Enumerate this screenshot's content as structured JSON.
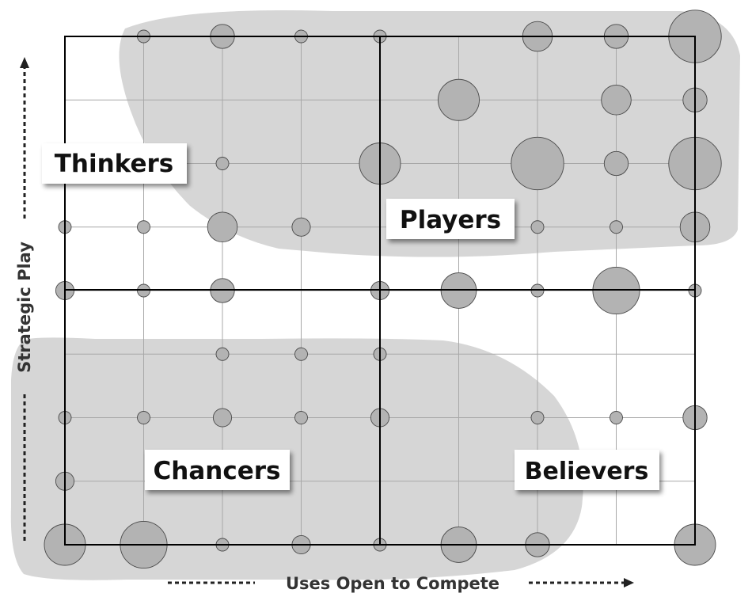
{
  "chart_data": {
    "type": "scatter",
    "title": "",
    "xlabel": "Uses Open to Compete",
    "ylabel": "Strategic Play",
    "xlim": [
      0,
      8
    ],
    "ylim": [
      0,
      8
    ],
    "grid": true,
    "quadrants": [
      {
        "name": "Thinkers",
        "position": "top-left"
      },
      {
        "name": "Players",
        "position": "top-right"
      },
      {
        "name": "Chancers",
        "position": "bottom-left"
      },
      {
        "name": "Believers",
        "position": "bottom-right"
      }
    ],
    "points": [
      {
        "x": 1,
        "y": 8,
        "size": 1
      },
      {
        "x": 2,
        "y": 8,
        "size": 3
      },
      {
        "x": 3,
        "y": 8,
        "size": 1
      },
      {
        "x": 4,
        "y": 8,
        "size": 1
      },
      {
        "x": 6,
        "y": 8,
        "size": 4
      },
      {
        "x": 7,
        "y": 8,
        "size": 3
      },
      {
        "x": 8,
        "y": 8,
        "size": 8
      },
      {
        "x": 5,
        "y": 7,
        "size": 6
      },
      {
        "x": 7,
        "y": 7,
        "size": 4
      },
      {
        "x": 8,
        "y": 7,
        "size": 3
      },
      {
        "x": 2,
        "y": 6,
        "size": 1
      },
      {
        "x": 4,
        "y": 6,
        "size": 6
      },
      {
        "x": 6,
        "y": 6,
        "size": 8
      },
      {
        "x": 7,
        "y": 6,
        "size": 3
      },
      {
        "x": 8,
        "y": 6,
        "size": 8
      },
      {
        "x": 0,
        "y": 5,
        "size": 1
      },
      {
        "x": 1,
        "y": 5,
        "size": 1
      },
      {
        "x": 2,
        "y": 5,
        "size": 4
      },
      {
        "x": 3,
        "y": 5,
        "size": 2
      },
      {
        "x": 6,
        "y": 5,
        "size": 1
      },
      {
        "x": 7,
        "y": 5,
        "size": 1
      },
      {
        "x": 8,
        "y": 5,
        "size": 4
      },
      {
        "x": 0,
        "y": 4,
        "size": 2
      },
      {
        "x": 1,
        "y": 4,
        "size": 1
      },
      {
        "x": 2,
        "y": 4,
        "size": 3
      },
      {
        "x": 4,
        "y": 4,
        "size": 2
      },
      {
        "x": 5,
        "y": 4,
        "size": 5
      },
      {
        "x": 6,
        "y": 4,
        "size": 1
      },
      {
        "x": 7,
        "y": 4,
        "size": 7
      },
      {
        "x": 8,
        "y": 4,
        "size": 1
      },
      {
        "x": 2,
        "y": 3,
        "size": 1
      },
      {
        "x": 3,
        "y": 3,
        "size": 1
      },
      {
        "x": 4,
        "y": 3,
        "size": 1
      },
      {
        "x": 0,
        "y": 2,
        "size": 1
      },
      {
        "x": 1,
        "y": 2,
        "size": 1
      },
      {
        "x": 2,
        "y": 2,
        "size": 2
      },
      {
        "x": 3,
        "y": 2,
        "size": 1
      },
      {
        "x": 4,
        "y": 2,
        "size": 2
      },
      {
        "x": 6,
        "y": 2,
        "size": 1
      },
      {
        "x": 7,
        "y": 2,
        "size": 1
      },
      {
        "x": 8,
        "y": 2,
        "size": 3
      },
      {
        "x": 0,
        "y": 1,
        "size": 2
      },
      {
        "x": 0,
        "y": 0,
        "size": 6
      },
      {
        "x": 1,
        "y": 0,
        "size": 7
      },
      {
        "x": 2,
        "y": 0,
        "size": 1
      },
      {
        "x": 3,
        "y": 0,
        "size": 2
      },
      {
        "x": 4,
        "y": 0,
        "size": 1
      },
      {
        "x": 5,
        "y": 0,
        "size": 5
      },
      {
        "x": 6,
        "y": 0,
        "size": 3
      },
      {
        "x": 8,
        "y": 0,
        "size": 6
      }
    ]
  }
}
